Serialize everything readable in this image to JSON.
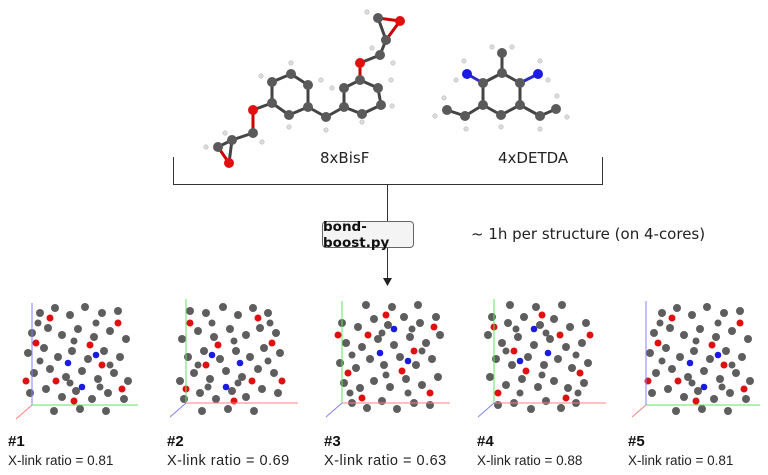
{
  "molecules": [
    {
      "name": "BisF",
      "label": "8xBisF",
      "count": 8
    },
    {
      "name": "DETDA",
      "label": "4xDETDA",
      "count": 4
    }
  ],
  "process": {
    "script_label": "bond-boost.py",
    "note": "~ 1h per structure (on 4-cores)"
  },
  "atom_colors": {
    "carbon": "#5a5a5a",
    "oxygen": "#e01010",
    "nitrogen": "#1a1ae0",
    "hydrogen": "#e8e8e8",
    "axis_x": "#ff8080",
    "axis_y": "#60e060",
    "axis_z": "#8080ff"
  },
  "structures": [
    {
      "id": "#1",
      "ratio_label": "X-link ratio = 0.81",
      "ratio": 0.81
    },
    {
      "id": "#2",
      "ratio_label": "X-link ratio = 0.69",
      "ratio": 0.69
    },
    {
      "id": "#3",
      "ratio_label": "X-link ratio = 0.63",
      "ratio": 0.63
    },
    {
      "id": "#4",
      "ratio_label": "X-link ratio = 0.88",
      "ratio": 0.88
    },
    {
      "id": "#5",
      "ratio_label": "X-link ratio = 0.81",
      "ratio": 0.81
    }
  ]
}
